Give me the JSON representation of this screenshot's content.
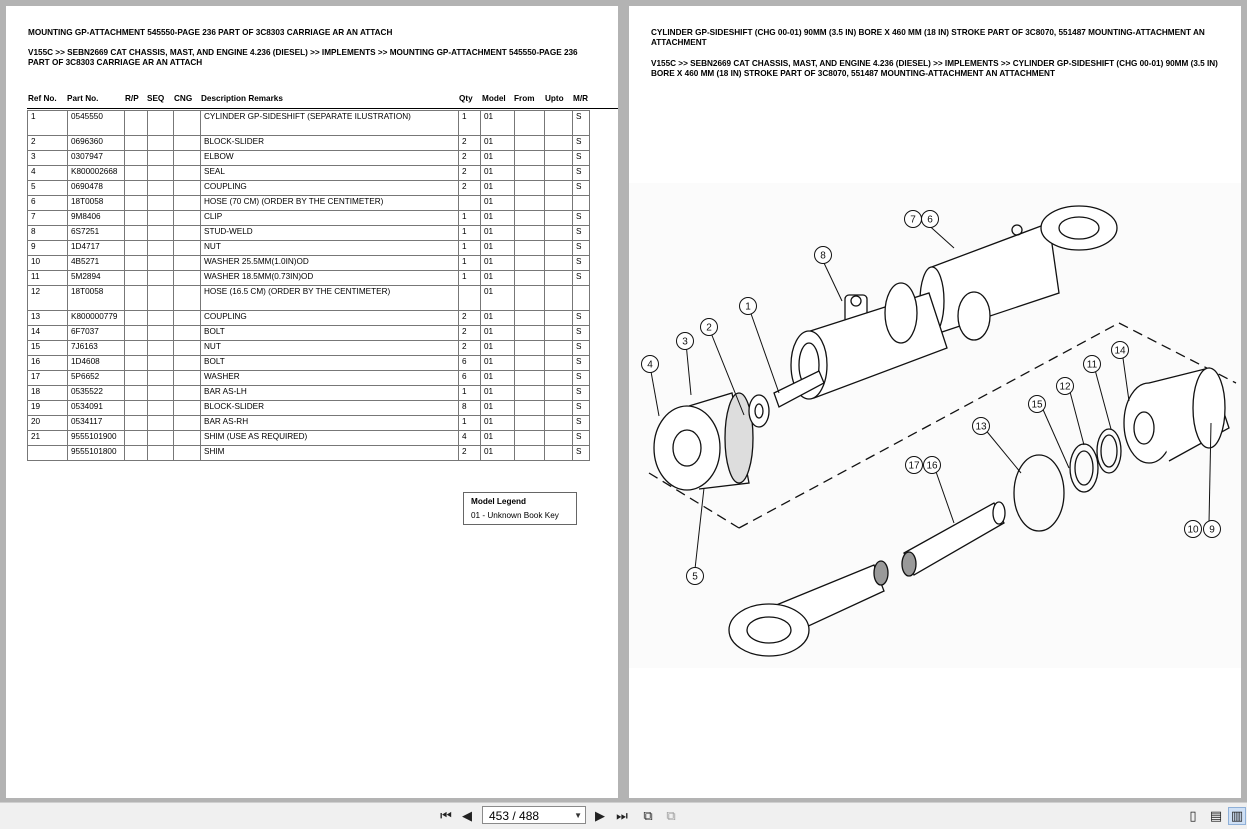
{
  "left_page": {
    "title": "MOUNTING GP-ATTACHMENT 545550-PAGE 236 PART OF 3C8303 CARRIAGE AR AN ATTACH",
    "breadcrumb": "V155C >> SEBN2669 CAT CHASSIS, MAST, AND ENGINE 4.236 (DIESEL) >> IMPLEMENTS >> MOUNTING GP-ATTACHMENT 545550-PAGE 236 PART OF 3C8303 CARRIAGE AR AN ATTACH",
    "columns": {
      "ref": "Ref No.",
      "part": "Part No.",
      "rp": "R/P",
      "seq": "SEQ",
      "cng": "CNG",
      "desc": "Description Remarks",
      "qty": "Qty",
      "model": "Model",
      "from": "From",
      "upto": "Upto",
      "mr": "M/R"
    },
    "rows": [
      {
        "ref": "1",
        "part": "0545550",
        "desc": "CYLINDER GP-SIDESHIFT (SEPARATE ILUSTRATION)",
        "qty": "1",
        "model": "01",
        "mr": "S"
      },
      {
        "ref": "2",
        "part": "0696360",
        "desc": "BLOCK-SLIDER",
        "qty": "2",
        "model": "01",
        "mr": "S"
      },
      {
        "ref": "3",
        "part": "0307947",
        "desc": "ELBOW",
        "qty": "2",
        "model": "01",
        "mr": "S"
      },
      {
        "ref": "4",
        "part": "K800002668",
        "desc": "SEAL",
        "qty": "2",
        "model": "01",
        "mr": "S"
      },
      {
        "ref": "5",
        "part": "0690478",
        "desc": "COUPLING",
        "qty": "2",
        "model": "01",
        "mr": "S"
      },
      {
        "ref": "6",
        "part": "18T0058",
        "desc": "HOSE (70 CM) (ORDER BY THE CENTIMETER)",
        "qty": "",
        "model": "01",
        "mr": ""
      },
      {
        "ref": "7",
        "part": "9M8406",
        "desc": "CLIP",
        "qty": "1",
        "model": "01",
        "mr": "S"
      },
      {
        "ref": "8",
        "part": "6S7251",
        "desc": "STUD-WELD",
        "qty": "1",
        "model": "01",
        "mr": "S"
      },
      {
        "ref": "9",
        "part": "1D4717",
        "desc": "NUT",
        "qty": "1",
        "model": "01",
        "mr": "S"
      },
      {
        "ref": "10",
        "part": "4B5271",
        "desc": "WASHER 25.5MM(1.0IN)OD",
        "qty": "1",
        "model": "01",
        "mr": "S"
      },
      {
        "ref": "11",
        "part": "5M2894",
        "desc": "WASHER 18.5MM(0.73IN)OD",
        "qty": "1",
        "model": "01",
        "mr": "S"
      },
      {
        "ref": "12",
        "part": "18T0058",
        "desc": "HOSE (16.5 CM) (ORDER BY THE CENTIMETER)",
        "qty": "",
        "model": "01",
        "mr": ""
      },
      {
        "ref": "13",
        "part": "K800000779",
        "desc": "COUPLING",
        "qty": "2",
        "model": "01",
        "mr": "S"
      },
      {
        "ref": "14",
        "part": "6F7037",
        "desc": "BOLT",
        "qty": "2",
        "model": "01",
        "mr": "S"
      },
      {
        "ref": "15",
        "part": "7J6163",
        "desc": "NUT",
        "qty": "2",
        "model": "01",
        "mr": "S"
      },
      {
        "ref": "16",
        "part": "1D4608",
        "desc": "BOLT",
        "qty": "6",
        "model": "01",
        "mr": "S"
      },
      {
        "ref": "17",
        "part": "5P6652",
        "desc": "WASHER",
        "qty": "6",
        "model": "01",
        "mr": "S"
      },
      {
        "ref": "18",
        "part": "0535522",
        "desc": "BAR AS-LH",
        "qty": "1",
        "model": "01",
        "mr": "S"
      },
      {
        "ref": "19",
        "part": "0534091",
        "desc": "BLOCK-SLIDER",
        "qty": "8",
        "model": "01",
        "mr": "S"
      },
      {
        "ref": "20",
        "part": "0534117",
        "desc": "BAR AS-RH",
        "qty": "1",
        "model": "01",
        "mr": "S"
      },
      {
        "ref": "21",
        "part": "9555101900",
        "desc": "SHIM (USE AS REQUIRED)",
        "qty": "4",
        "model": "01",
        "mr": "S"
      },
      {
        "ref": "",
        "part": "9555101800",
        "desc": "SHIM",
        "qty": "2",
        "model": "01",
        "mr": "S"
      }
    ],
    "legend": {
      "title": "Model Legend",
      "item": "01 - Unknown Book Key"
    }
  },
  "right_page": {
    "title": "CYLINDER GP-SIDESHIFT (CHG 00-01) 90MM (3.5 IN) BORE X 460 MM (18 IN) STROKE PART OF 3C8070, 551487 MOUNTING-ATTACHMENT AN ATTACHMENT",
    "breadcrumb": "V155C >> SEBN2669 CAT CHASSIS, MAST, AND ENGINE 4.236 (DIESEL) >> IMPLEMENTS >> CYLINDER GP-SIDESHIFT (CHG 00-01) 90MM (3.5 IN) BORE X 460 MM (18 IN) STROKE PART OF 3C8070, 551487 MOUNTING-ATTACHMENT AN ATTACHMENT",
    "callouts": [
      "7",
      "6",
      "8",
      "1",
      "2",
      "3",
      "4",
      "5",
      "14",
      "11",
      "12",
      "15",
      "13",
      "17",
      "16",
      "10",
      "9"
    ]
  },
  "toolbar": {
    "page_indicator": "453 / 488",
    "icons": [
      "first-page-icon",
      "prev-page-icon",
      "next-page-icon",
      "last-page-icon",
      "fit-page-icon",
      "fit-width-icon",
      "single-page-view-icon",
      "continuous-view-icon",
      "two-page-view-icon"
    ]
  }
}
